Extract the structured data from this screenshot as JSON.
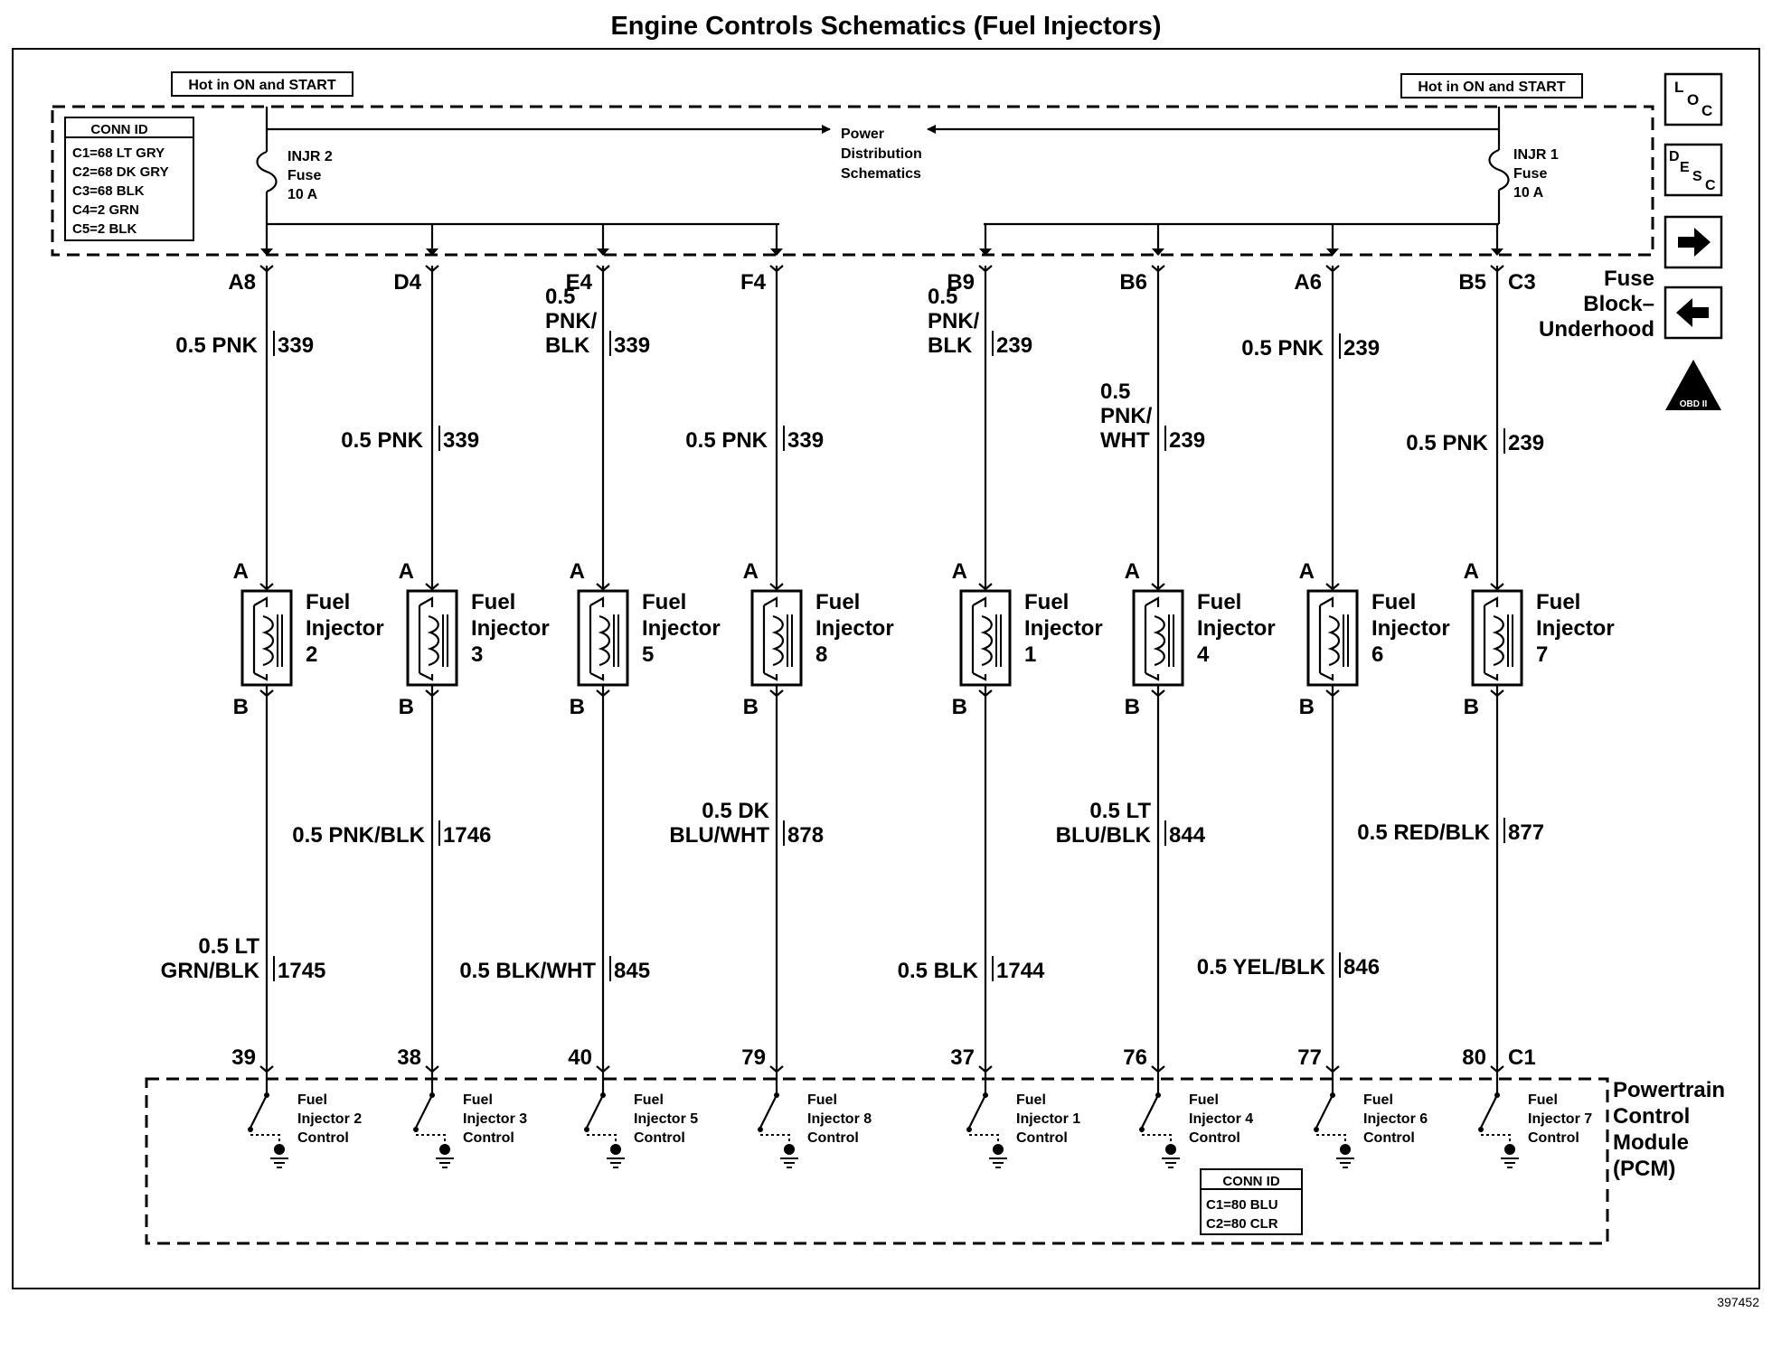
{
  "title": "Engine Controls Schematics (Fuel Injectors)",
  "figure_id": "397452",
  "hot_left": "Hot in ON and START",
  "hot_right": "Hot in ON and START",
  "conn_top": {
    "title": "CONN ID",
    "lines": [
      "C1=68 LT GRY",
      "C2=68 DK GRY",
      "C3=68 BLK",
      "C4=2 GRN",
      "C5=2 BLK"
    ]
  },
  "conn_bottom": {
    "title": "CONN ID",
    "lines": [
      "C1=80 BLU",
      "C2=80 CLR"
    ]
  },
  "fuse_left": [
    "INJR 2",
    "Fuse",
    "10 A"
  ],
  "fuse_right": [
    "INJR 1",
    "Fuse",
    "10 A"
  ],
  "power_dist": [
    "Power",
    "Distribution",
    "Schematics"
  ],
  "fuse_block": [
    "Fuse",
    "Block–",
    "Underhood"
  ],
  "fuse_block_conn": "C3",
  "pcm": [
    "Powertrain",
    "Control",
    "Module",
    "(PCM)"
  ],
  "pcm_conn": "C1",
  "nav": {
    "loc": [
      "L",
      "O",
      "C"
    ],
    "desc": [
      "D",
      "E",
      "S",
      "C"
    ],
    "obd": [
      "OBD II"
    ]
  },
  "terminal_a": "A",
  "terminal_b": "B",
  "injectors": [
    {
      "name": [
        "Fuel",
        "Injector",
        "2"
      ],
      "fuse_pin": "A8",
      "upper_wire": [
        "0.5 PNK"
      ],
      "upper_circuit": "339",
      "lower_wire": [
        "0.5 LT",
        "GRN/BLK"
      ],
      "lower_circuit": "1745",
      "pcm_pin": "39",
      "pcm_label": [
        "Fuel",
        "Injector 2",
        "Control"
      ]
    },
    {
      "name": [
        "Fuel",
        "Injector",
        "3"
      ],
      "fuse_pin": "D4",
      "upper_wire": [
        "0.5 PNK"
      ],
      "upper_circuit": "339",
      "lower_wire": [
        "0.5 PNK/BLK"
      ],
      "lower_circuit": "1746",
      "pcm_pin": "38",
      "pcm_label": [
        "Fuel",
        "Injector 3",
        "Control"
      ]
    },
    {
      "name": [
        "Fuel",
        "Injector",
        "5"
      ],
      "fuse_pin": "E4",
      "upper_wire": [
        "0.5",
        "PNK/",
        "BLK"
      ],
      "upper_circuit": "339",
      "lower_wire": [
        "0.5 BLK/WHT"
      ],
      "lower_circuit": "845",
      "pcm_pin": "40",
      "pcm_label": [
        "Fuel",
        "Injector 5",
        "Control"
      ]
    },
    {
      "name": [
        "Fuel",
        "Injector",
        "8"
      ],
      "fuse_pin": "F4",
      "upper_wire": [
        "0.5 PNK"
      ],
      "upper_circuit": "339",
      "lower_wire": [
        "0.5 DK",
        "BLU/WHT"
      ],
      "lower_circuit": "878",
      "pcm_pin": "79",
      "pcm_label": [
        "Fuel",
        "Injector 8",
        "Control"
      ]
    },
    {
      "name": [
        "Fuel",
        "Injector",
        "1"
      ],
      "fuse_pin": "B9",
      "upper_wire": [
        "0.5",
        "PNK/",
        "BLK"
      ],
      "upper_circuit": "239",
      "lower_wire": [
        "0.5 BLK"
      ],
      "lower_circuit": "1744",
      "pcm_pin": "37",
      "pcm_label": [
        "Fuel",
        "Injector 1",
        "Control"
      ]
    },
    {
      "name": [
        "Fuel",
        "Injector",
        "4"
      ],
      "fuse_pin": "B6",
      "upper_wire": [
        "0.5",
        "PNK/",
        "WHT"
      ],
      "upper_circuit": "239",
      "lower_wire": [
        "0.5 LT",
        "BLU/BLK"
      ],
      "lower_circuit": "844",
      "pcm_pin": "76",
      "pcm_label": [
        "Fuel",
        "Injector 4",
        "Control"
      ]
    },
    {
      "name": [
        "Fuel",
        "Injector",
        "6"
      ],
      "fuse_pin": "A6",
      "upper_wire": [
        "0.5 PNK"
      ],
      "upper_circuit": "239",
      "lower_wire": [
        "0.5 YEL/BLK"
      ],
      "lower_circuit": "846",
      "pcm_pin": "77",
      "pcm_label": [
        "Fuel",
        "Injector 6",
        "Control"
      ]
    },
    {
      "name": [
        "Fuel",
        "Injector",
        "7"
      ],
      "fuse_pin": "B5",
      "upper_wire": [
        "0.5 PNK"
      ],
      "upper_circuit": "239",
      "lower_wire": [
        "0.5 RED/BLK"
      ],
      "lower_circuit": "877",
      "pcm_pin": "80",
      "pcm_label": [
        "Fuel",
        "Injector 7",
        "Control"
      ]
    }
  ]
}
